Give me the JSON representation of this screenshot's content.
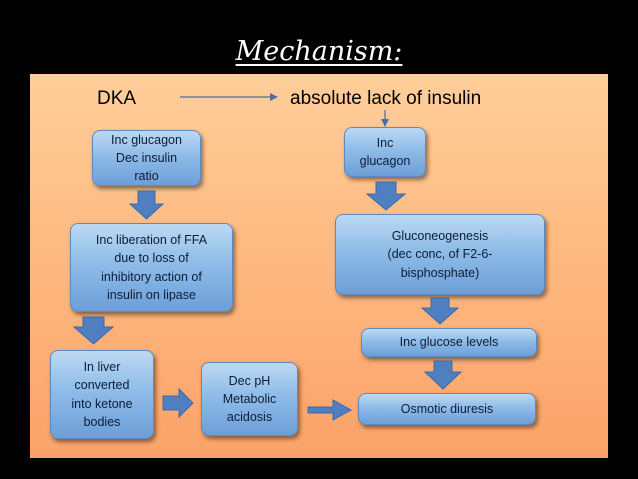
{
  "title": "Mechanism:",
  "header_left": "DKA",
  "header_right": "absolute  lack of insulin",
  "colors": {
    "background": "#000000",
    "panel": "#fdb67c",
    "box_fill": "#8fbce8",
    "arrow": "#4f7fc0"
  },
  "boxes": {
    "glucagon_ratio": [
      "Inc glucagon",
      "Dec insulin",
      "ratio"
    ],
    "ffa": [
      "Inc liberation of FFA",
      "due to loss  of",
      "inhibitory action of",
      "insulin on lipase"
    ],
    "ketone": [
      "In liver",
      "converted",
      "into ketone",
      "bodies"
    ],
    "ph": [
      "Dec pH",
      "Metabolic",
      "acidosis"
    ],
    "inc_glucagon": [
      "Inc",
      "glucagon"
    ],
    "gluconeogenesis": [
      "Gluconeogenesis",
      "(dec conc, of F2-6-",
      "bisphosphate)"
    ],
    "glucose": [
      "Inc glucose levels"
    ],
    "diuresis": [
      "Osmotic diuresis"
    ]
  }
}
